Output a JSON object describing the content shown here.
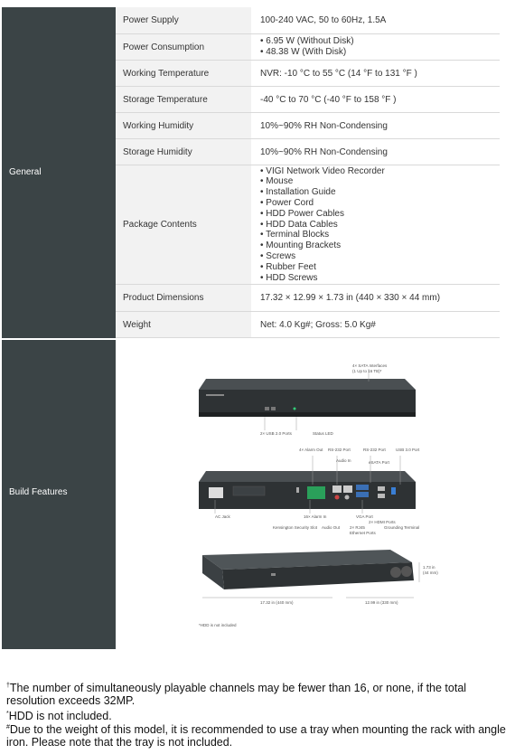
{
  "sections": {
    "general": "General",
    "build": "Build Features"
  },
  "rows": [
    {
      "label": "Power Supply",
      "value": "100-240 VAC, 50 to 60Hz, 1.5A"
    },
    {
      "label": "Power Consumption",
      "list": [
        "6.95 W (Without Disk)",
        "48.38 W (With Disk)"
      ]
    },
    {
      "label": "Working Temperature",
      "value": "NVR: -10 °C to 55 °C (14 °F to 131 °F )"
    },
    {
      "label": "Storage Temperature",
      "value": "-40 °C to 70 °C (-40 °F to 158 °F )"
    },
    {
      "label": "Working Humidity",
      "value": "10%~90% RH Non-Condensing"
    },
    {
      "label": "Storage Humidity",
      "value": "10%~90% RH Non-Condensing"
    },
    {
      "label": "Package Contents",
      "list": [
        "VIGI Network Video Recorder",
        "Mouse",
        "Installation Guide",
        "Power Cord",
        "HDD Power Cables",
        "HDD Data Cables",
        "Terminal Blocks",
        "Mounting Brackets",
        "Screws",
        "Rubber Feet",
        "HDD Screws"
      ]
    },
    {
      "label": "Product Dimensions",
      "value": "17.32 × 12.99 × 1.73 in (440 × 330 × 44 mm)"
    },
    {
      "label": "Weight",
      "value": "Net: 4.0 Kg#; Gross: 5.0 Kg#"
    }
  ],
  "diagram": {
    "top_labels": {
      "sata": "4× SATA Interfaces",
      "sata_sub": "(1 Up to 16 TB)*",
      "usb2": "2× USB 2.0 Ports",
      "status": "Status LED"
    },
    "rear_labels": {
      "alarm_out": "4× Alarm Out",
      "rs232_a": "RS-232 Port",
      "rs232_b": "RS-232 Port",
      "usb3": "USB 3.0 Port",
      "audio_in": "Audio In",
      "esata": "eSATA Port",
      "ac": "AC Jack",
      "alarm_in": "16× Alarm In",
      "vga": "VGA Port",
      "hdmi": "2× HDMI Ports",
      "kensington": "Kensington Security Slot",
      "audio_out": "Audio Out",
      "rj45": "2× RJ45",
      "ethernet": "Ethernet Ports",
      "ground": "Grounding Terminal"
    },
    "dims": {
      "height": "1.73 in",
      "height_mm": "(44 mm)",
      "width": "17.32 in (440 mm)",
      "depth": "12.99 in (330 mm)"
    },
    "hdd_note": "*HDD is not included"
  },
  "footnotes": [
    {
      "mark": "†",
      "text": "The number of simultaneously playable channels may be fewer than 16, or none, if the total resolution exceeds 32MP."
    },
    {
      "mark": "*",
      "text": "HDD is not included."
    },
    {
      "mark": "#",
      "text": "Due to the weight of this model, it is recommended to use a tray when mounting the rack with angle iron. Please note that the tray is not included."
    }
  ],
  "colors": {
    "section_bg": "#3b4446",
    "label_bg": "#f2f2f2",
    "device": "#2e3234"
  }
}
